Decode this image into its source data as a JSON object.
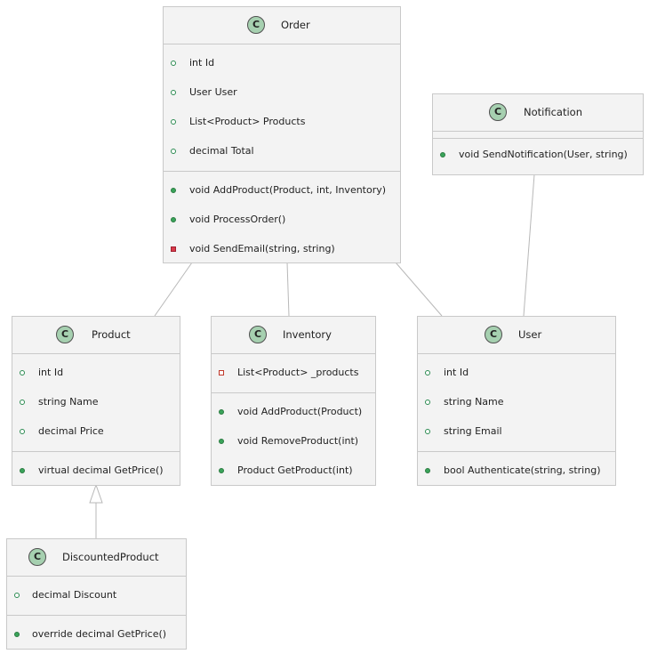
{
  "classes": {
    "order": {
      "badge": "C",
      "name": "Order",
      "fields": [
        "int Id",
        "User User",
        "List<Product> Products",
        "decimal Total"
      ],
      "methods": [
        "void AddProduct(Product, int, Inventory)",
        "void ProcessOrder()",
        "void SendEmail(string, string)"
      ]
    },
    "notification": {
      "badge": "C",
      "name": "Notification",
      "fields": [],
      "methods": [
        "void SendNotification(User, string)"
      ]
    },
    "product": {
      "badge": "C",
      "name": "Product",
      "fields": [
        "int Id",
        "string Name",
        "decimal Price"
      ],
      "methods": [
        "virtual decimal GetPrice()"
      ]
    },
    "inventory": {
      "badge": "C",
      "name": "Inventory",
      "fields": [
        "List<Product> _products"
      ],
      "methods": [
        "void AddProduct(Product)",
        "void RemoveProduct(int)",
        "Product GetProduct(int)"
      ]
    },
    "user": {
      "badge": "C",
      "name": "User",
      "fields": [
        "int Id",
        "string Name",
        "string Email"
      ],
      "methods": [
        "bool Authenticate(string, string)"
      ]
    },
    "discounted": {
      "badge": "C",
      "name": "DiscountedProduct",
      "fields": [
        "decimal Discount"
      ],
      "methods": [
        "override decimal GetPrice()"
      ]
    }
  },
  "colors": {
    "badge": "#a6d0b0",
    "public_marker": "#3aa45a",
    "private_marker": "#d83a4a",
    "box_fill": "#f3f3f3",
    "box_border": "#c9c9c9",
    "link": "#b8b8b8"
  }
}
